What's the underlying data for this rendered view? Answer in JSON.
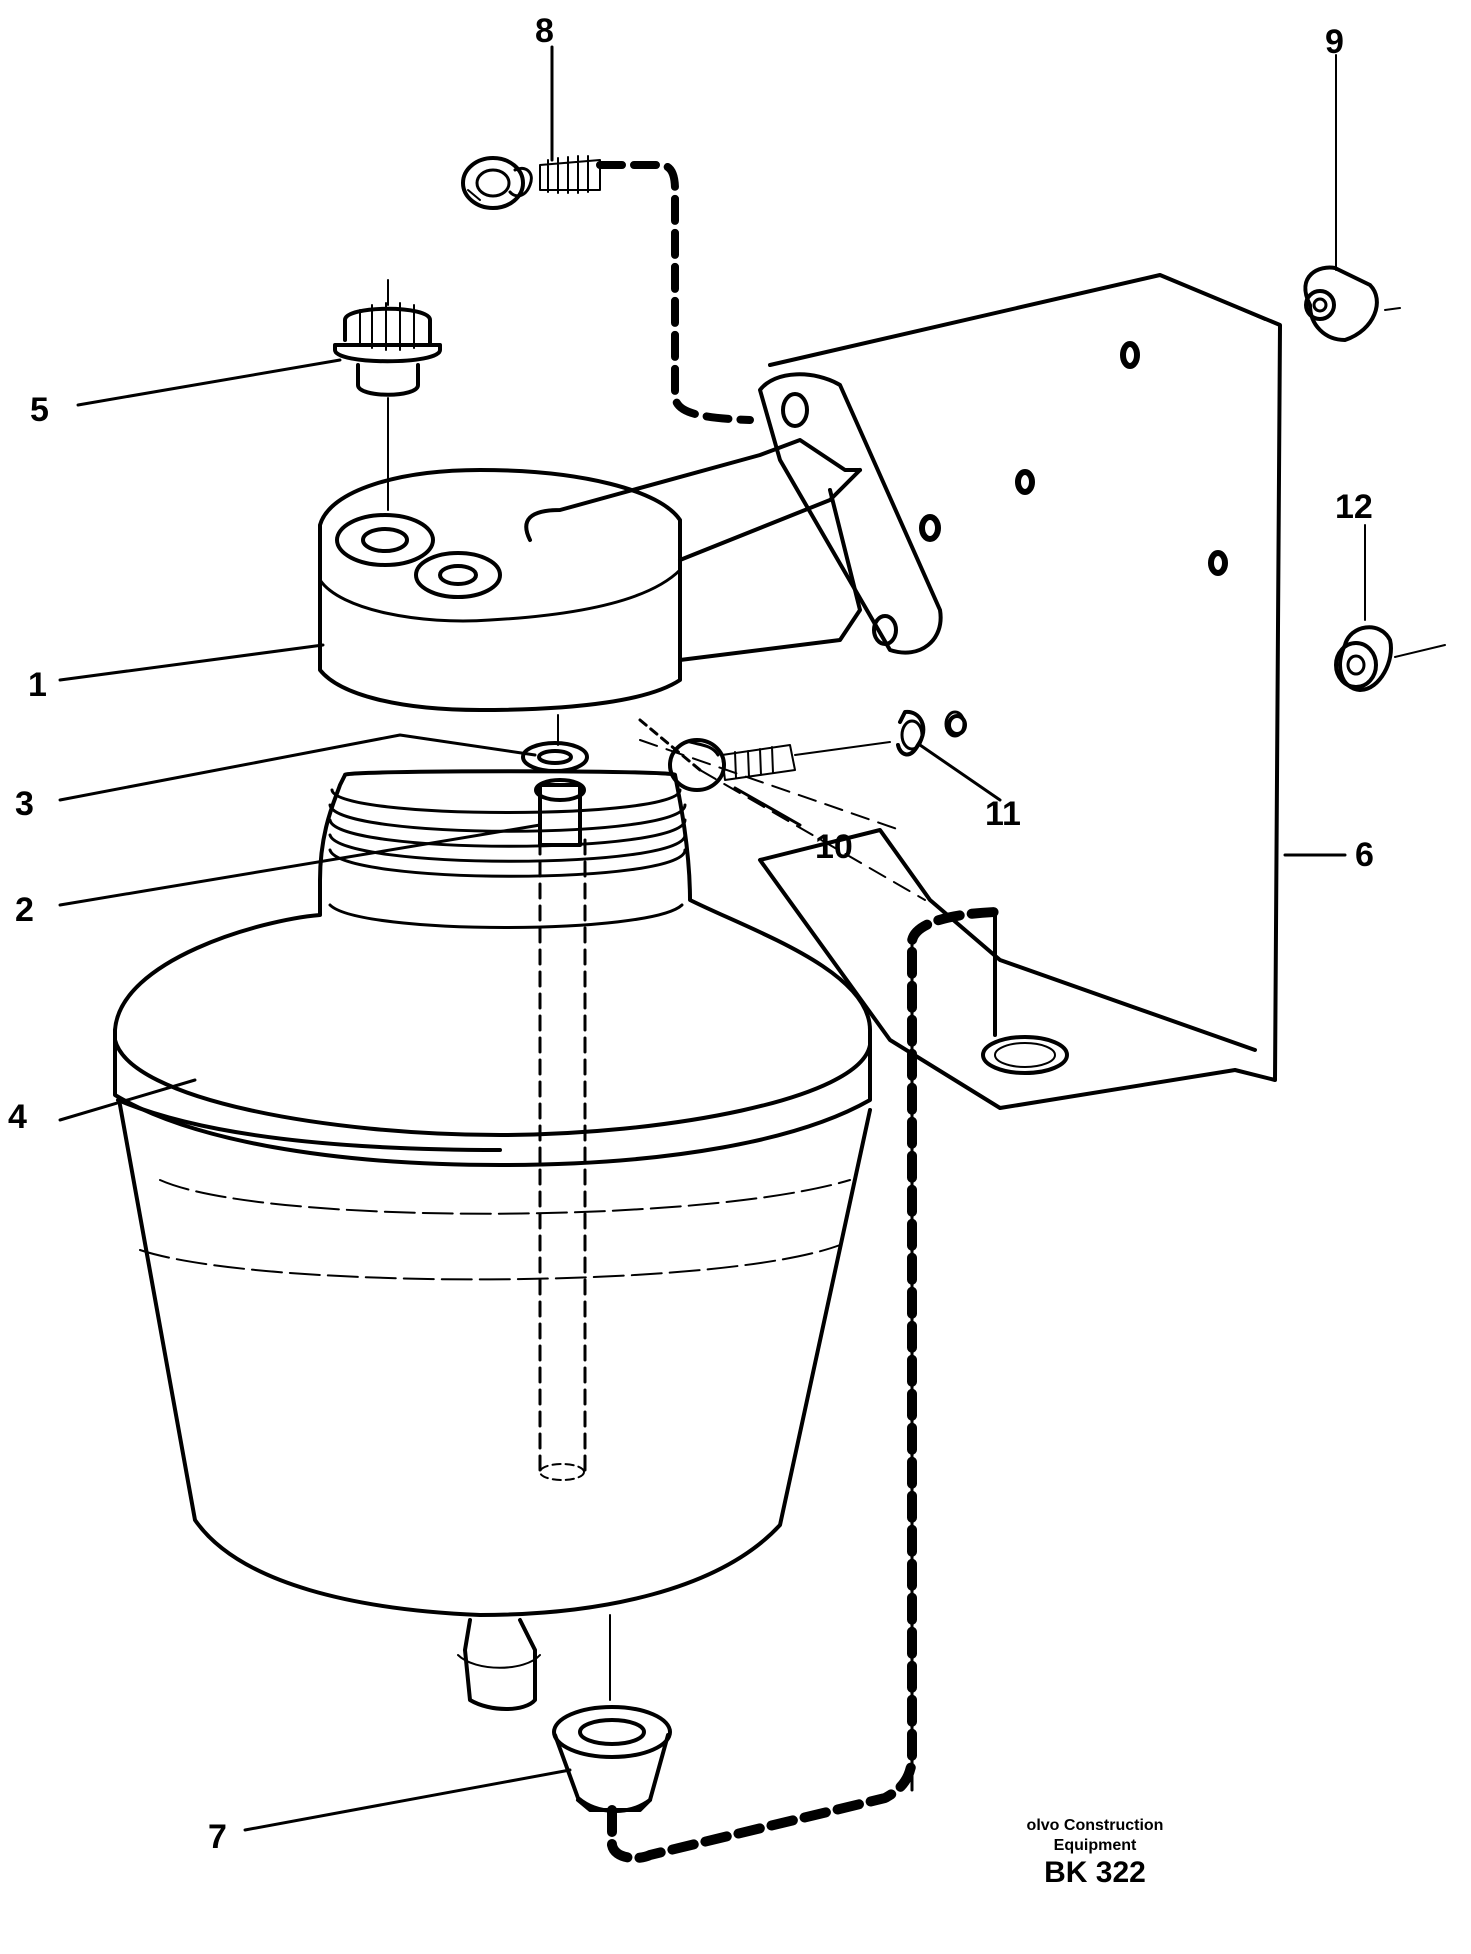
{
  "labels": {
    "p1": "1",
    "p2": "2",
    "p3": "3",
    "p4": "4",
    "p5": "5",
    "p6": "6",
    "p7": "7",
    "p8": "8",
    "p9": "9",
    "p10": "10",
    "p11": "11",
    "p12": "12"
  },
  "caption": {
    "brand": "olvo Construction",
    "equipment": "Equipment",
    "code": "BK 322"
  }
}
